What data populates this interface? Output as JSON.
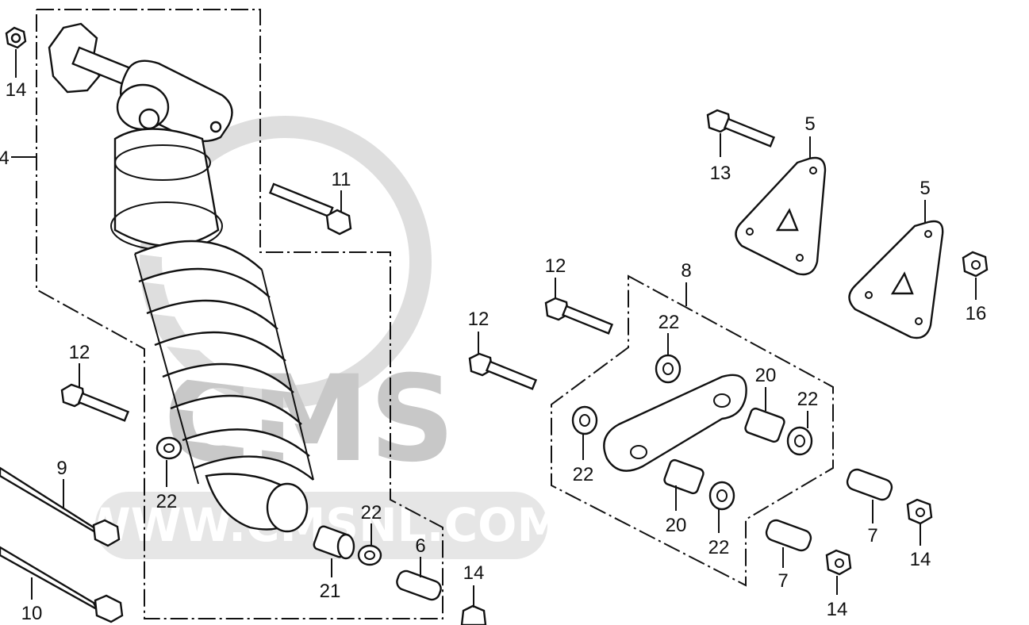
{
  "watermark": {
    "brand": "CMS",
    "url": "WWW.CMSNL.COM"
  },
  "callouts": [
    {
      "id": "c14a",
      "text": "14"
    },
    {
      "id": "c4",
      "text": "4"
    },
    {
      "id": "c11",
      "text": "11"
    },
    {
      "id": "c12a",
      "text": "12"
    },
    {
      "id": "c22a",
      "text": "22"
    },
    {
      "id": "c9",
      "text": "9"
    },
    {
      "id": "c10",
      "text": "10"
    },
    {
      "id": "c22b",
      "text": "22"
    },
    {
      "id": "c21",
      "text": "21"
    },
    {
      "id": "c6",
      "text": "6"
    },
    {
      "id": "c14b",
      "text": "14"
    },
    {
      "id": "c12b",
      "text": "12"
    },
    {
      "id": "c12c",
      "text": "12"
    },
    {
      "id": "c8",
      "text": "8"
    },
    {
      "id": "c22c",
      "text": "22"
    },
    {
      "id": "c22d",
      "text": "22"
    },
    {
      "id": "c20a",
      "text": "20"
    },
    {
      "id": "c22e",
      "text": "22"
    },
    {
      "id": "c20b",
      "text": "20"
    },
    {
      "id": "c22f",
      "text": "22"
    },
    {
      "id": "c13",
      "text": "13"
    },
    {
      "id": "c5a",
      "text": "5"
    },
    {
      "id": "c5b",
      "text": "5"
    },
    {
      "id": "c16",
      "text": "16"
    },
    {
      "id": "c7a",
      "text": "7"
    },
    {
      "id": "c7b",
      "text": "7"
    },
    {
      "id": "c14c",
      "text": "14"
    },
    {
      "id": "c14d",
      "text": "14"
    }
  ]
}
